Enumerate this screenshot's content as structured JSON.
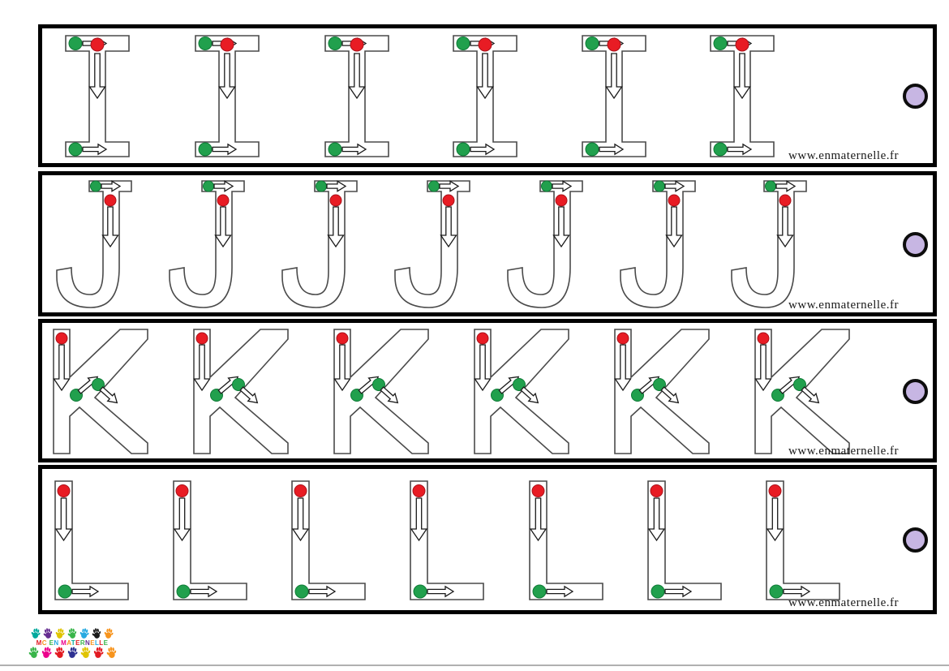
{
  "page": {
    "background": "#ffffff"
  },
  "colors": {
    "row_border": "#000000",
    "letter_outline": "#4a4a4a",
    "start_dot": "#21a04d",
    "start_dot_rim": "#0e7a36",
    "stop_dot": "#e81c24",
    "stop_dot_rim": "#a8121a",
    "hole_fill": "#c7b6e3",
    "baseline": "#b0b0b0"
  },
  "rows": [
    {
      "letter": "I",
      "count": 6,
      "watermark": "www.enmaternelle.fr"
    },
    {
      "letter": "J",
      "count": 7,
      "watermark": "www.enmaternelle.fr"
    },
    {
      "letter": "K",
      "count": 6,
      "watermark": "www.enmaternelle.fr"
    },
    {
      "letter": "L",
      "count": 7,
      "watermark": "www.enmaternelle.fr"
    }
  ],
  "footer": {
    "logo_text": "MC EN MATERNELLE",
    "logo_letter_colors": [
      "#e21b22",
      "#f7941d",
      "#39b54a",
      "#27aae1",
      "#ec008c",
      "#f7941d",
      "#00a99d",
      "#e21b22",
      "#39b54a",
      "#662d91",
      "#f7941d",
      "#27aae1",
      "#e21b22",
      "#39b54a"
    ],
    "hand_colors_top": [
      "#00a99d",
      "#662d91",
      "#e0c400",
      "#39b54a",
      "#27aae1",
      "#1a1a1a",
      "#f7941d"
    ],
    "hand_colors_bottom": [
      "#39b54a",
      "#ec008c",
      "#e21b22",
      "#2e3192",
      "#e0c400",
      "#e21b22",
      "#f7941d"
    ]
  }
}
